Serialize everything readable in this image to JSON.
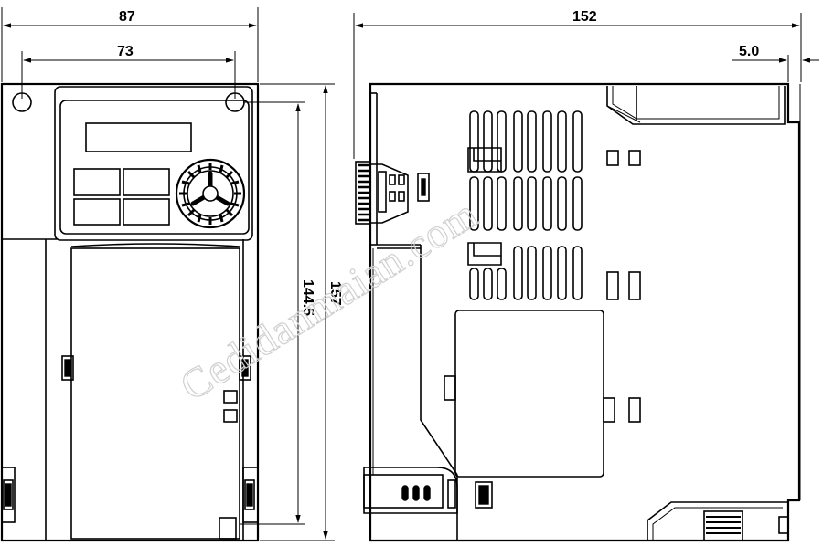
{
  "dimensions": {
    "front_width": "87",
    "front_hole_spacing": "73",
    "front_height": "157",
    "front_hole_height": "144.5",
    "side_depth": "152",
    "side_offset": "5.0"
  },
  "watermark": "Cedidanmaian.com"
}
